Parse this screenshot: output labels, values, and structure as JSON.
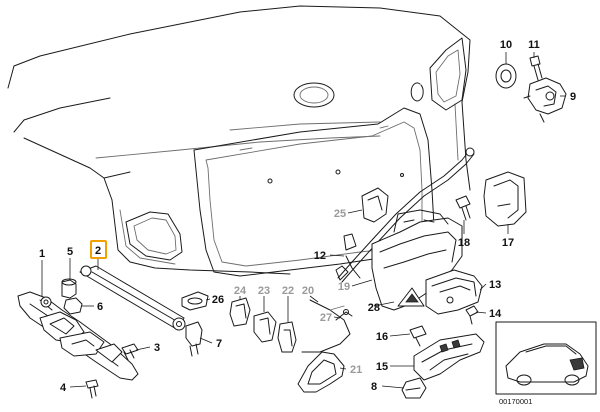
{
  "diagram": {
    "highlighted_label": "2",
    "callouts": [
      {
        "id": "1",
        "label": "1",
        "tone": "black"
      },
      {
        "id": "2",
        "label": "2",
        "tone": "black"
      },
      {
        "id": "3",
        "label": "3",
        "tone": "black"
      },
      {
        "id": "4",
        "label": "4",
        "tone": "black"
      },
      {
        "id": "5",
        "label": "5",
        "tone": "black"
      },
      {
        "id": "6",
        "label": "6",
        "tone": "black"
      },
      {
        "id": "7",
        "label": "7",
        "tone": "black"
      },
      {
        "id": "8",
        "label": "8",
        "tone": "black"
      },
      {
        "id": "9",
        "label": "9",
        "tone": "black"
      },
      {
        "id": "10",
        "label": "10",
        "tone": "black"
      },
      {
        "id": "11",
        "label": "11",
        "tone": "black"
      },
      {
        "id": "12",
        "label": "12",
        "tone": "black"
      },
      {
        "id": "13",
        "label": "13",
        "tone": "black"
      },
      {
        "id": "14",
        "label": "14",
        "tone": "black"
      },
      {
        "id": "15",
        "label": "15",
        "tone": "black"
      },
      {
        "id": "16",
        "label": "16",
        "tone": "black"
      },
      {
        "id": "17",
        "label": "17",
        "tone": "black"
      },
      {
        "id": "18",
        "label": "18",
        "tone": "black"
      },
      {
        "id": "19",
        "label": "19",
        "tone": "grey"
      },
      {
        "id": "20",
        "label": "20",
        "tone": "grey"
      },
      {
        "id": "21",
        "label": "21",
        "tone": "grey"
      },
      {
        "id": "22",
        "label": "22",
        "tone": "grey"
      },
      {
        "id": "23",
        "label": "23",
        "tone": "grey"
      },
      {
        "id": "24",
        "label": "24",
        "tone": "grey"
      },
      {
        "id": "25",
        "label": "25",
        "tone": "grey"
      },
      {
        "id": "26",
        "label": "26",
        "tone": "black"
      },
      {
        "id": "27",
        "label": "27",
        "tone": "grey"
      },
      {
        "id": "28",
        "label": "28",
        "tone": "black"
      }
    ],
    "drawing_code": "00170001",
    "colors": {
      "line": "#1a1a1a",
      "grey_label": "#9a9a9a",
      "highlight": "#f0a000"
    }
  }
}
